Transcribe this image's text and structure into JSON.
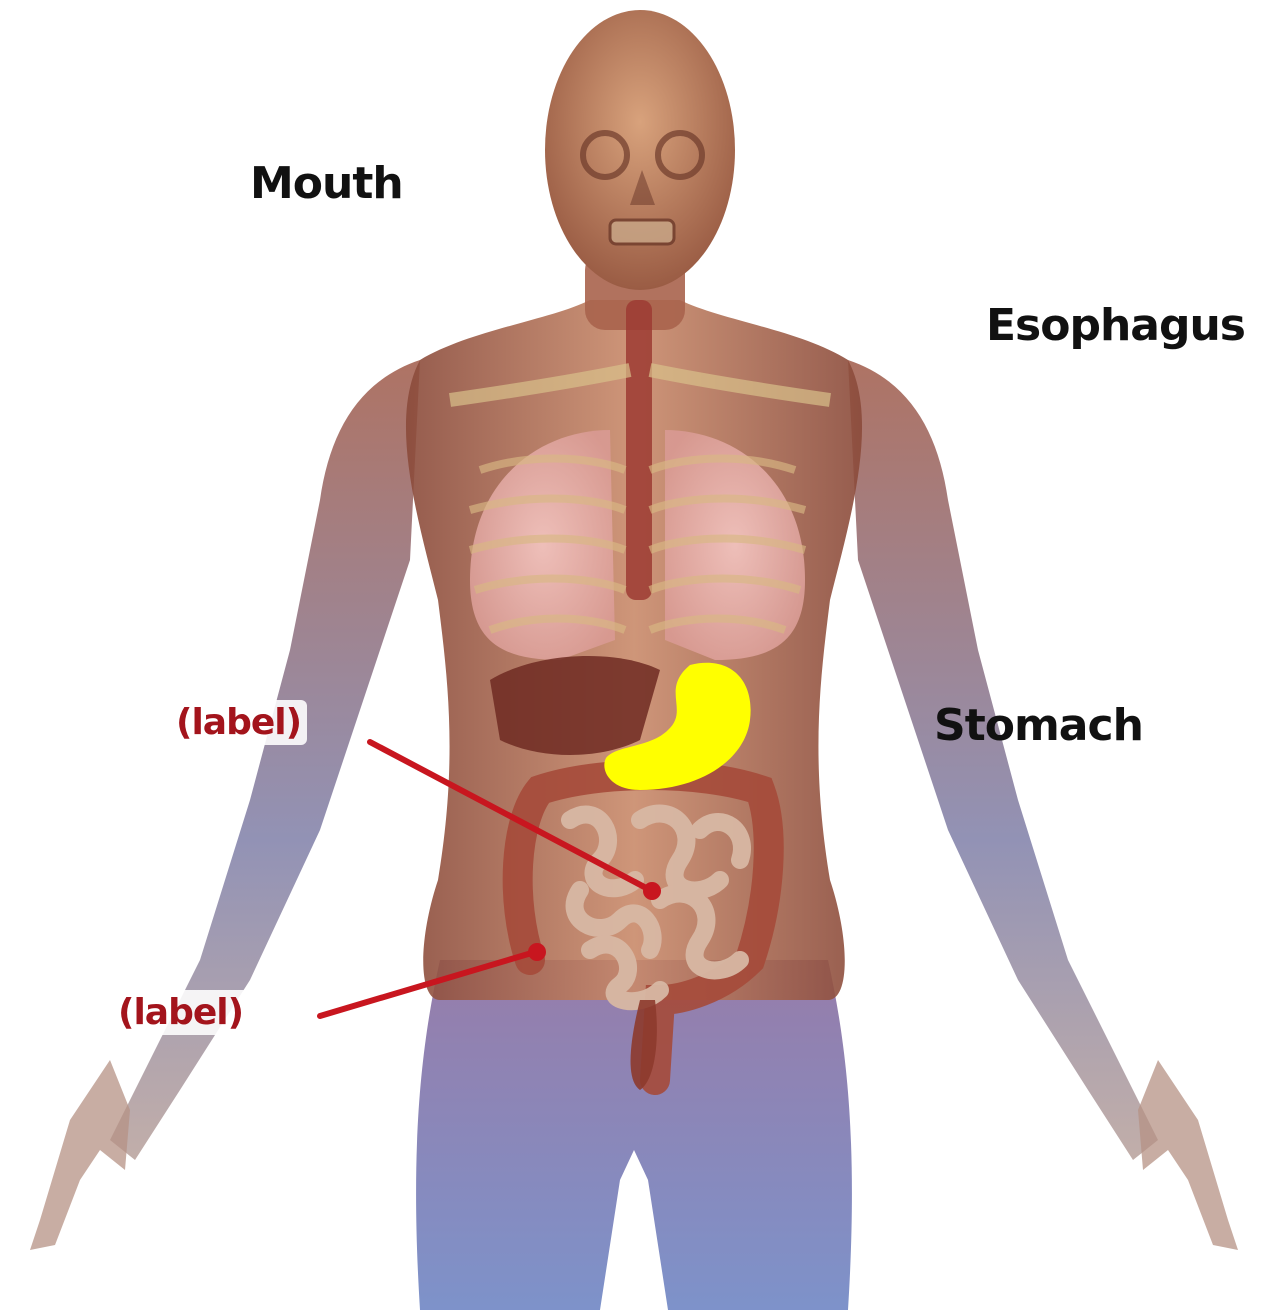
{
  "labels": {
    "mouth": "Mouth",
    "esophagus": "Esophagus",
    "stomach": "Stomach",
    "placeholder_small_intestine": "(label)",
    "placeholder_large_intestine": "(label)"
  },
  "colors": {
    "highlight": "#ffff00",
    "label_red": "#a3141c",
    "pointer_red": "#c8161f",
    "label_dark": "#111111"
  }
}
